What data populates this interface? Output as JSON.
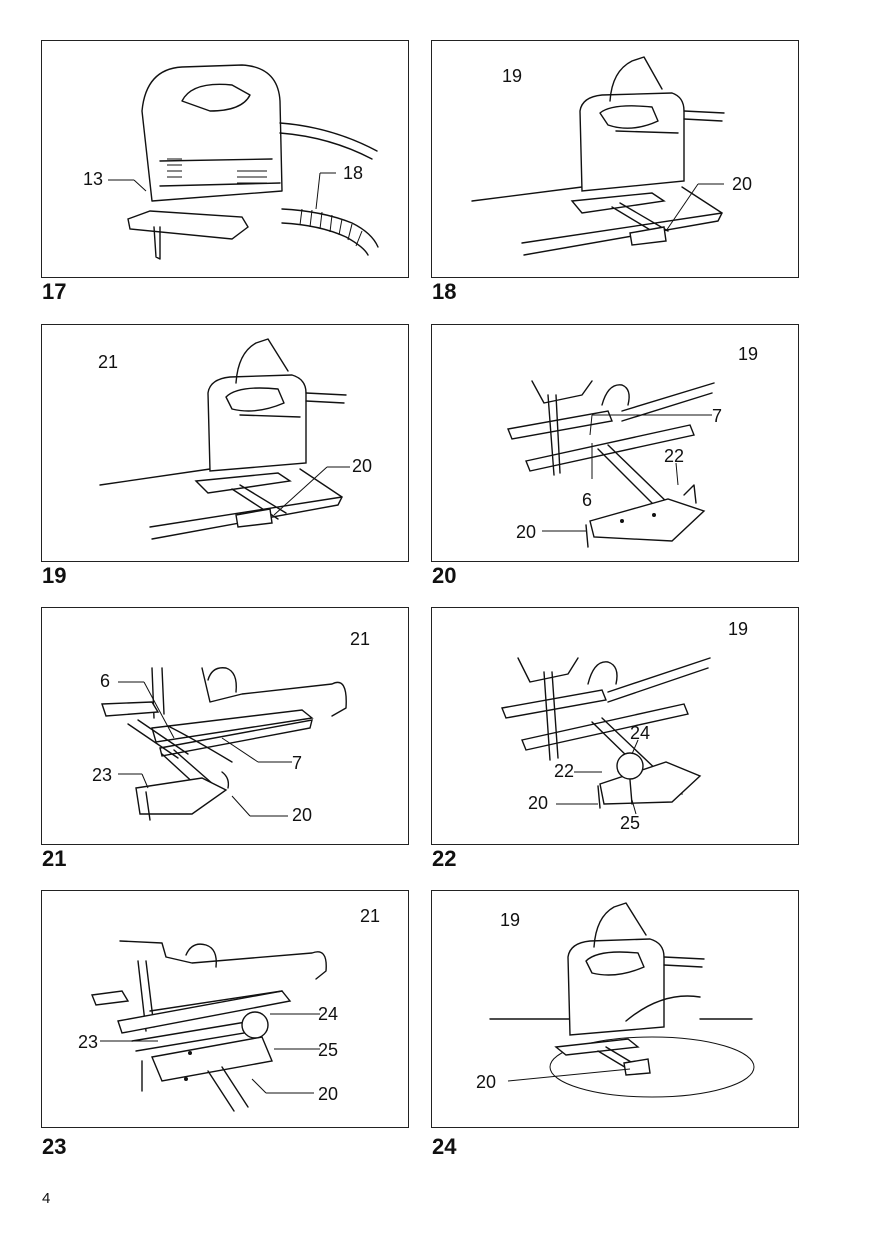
{
  "figures": [
    {
      "number": "17",
      "callouts": [
        "13",
        "18"
      ]
    },
    {
      "number": "18",
      "callouts": [
        "19",
        "20"
      ]
    },
    {
      "number": "19",
      "callouts": [
        "21",
        "20"
      ]
    },
    {
      "number": "20",
      "callouts": [
        "19",
        "7",
        "22",
        "6",
        "20"
      ]
    },
    {
      "number": "21",
      "callouts": [
        "21",
        "6",
        "7",
        "23",
        "20"
      ]
    },
    {
      "number": "22",
      "callouts": [
        "19",
        "24",
        "22",
        "20",
        "25"
      ]
    },
    {
      "number": "23",
      "callouts": [
        "21",
        "24",
        "23",
        "25",
        "20"
      ]
    },
    {
      "number": "24",
      "callouts": [
        "19",
        "20"
      ]
    }
  ],
  "page_number": "4"
}
